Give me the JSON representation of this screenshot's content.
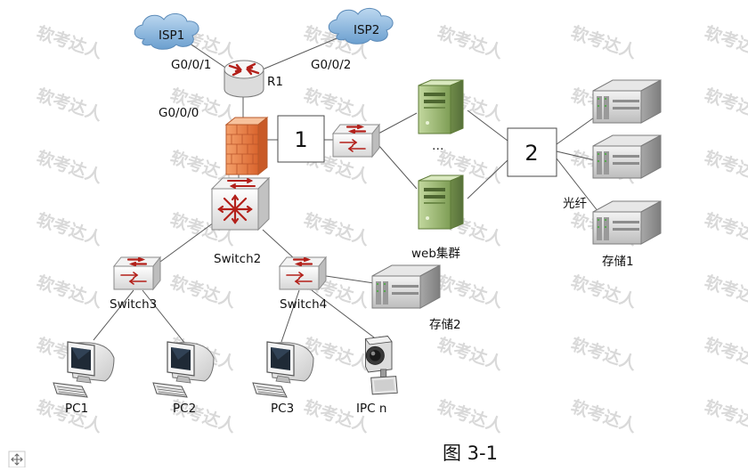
{
  "watermark": "软考达人",
  "caption": "图 3-1",
  "colors": {
    "line": "#5a5a5a",
    "cloud": "#7fb2de",
    "router_red": "#c0392b",
    "firewall": "#e07a45",
    "server_green": "#94b56a",
    "storage_gray": "#c9c9c9"
  },
  "nodes": {
    "isp1": "ISP1",
    "isp2": "ISP2",
    "r1": "R1",
    "switch2": "Switch2",
    "switch3": "Switch3",
    "switch4": "Switch4",
    "web_cluster": "web集群",
    "storage1": "存储1",
    "storage2": "存储2",
    "pc1": "PC1",
    "pc2": "PC2",
    "pc3": "PC3",
    "ipc": "IPC n",
    "box1": "1",
    "box2": "2",
    "ellipsis": "…"
  },
  "interfaces": {
    "g001": "G0/0/1",
    "g002": "G0/0/2",
    "g000": "G0/0/0"
  },
  "link_label_fiber": "光纤"
}
